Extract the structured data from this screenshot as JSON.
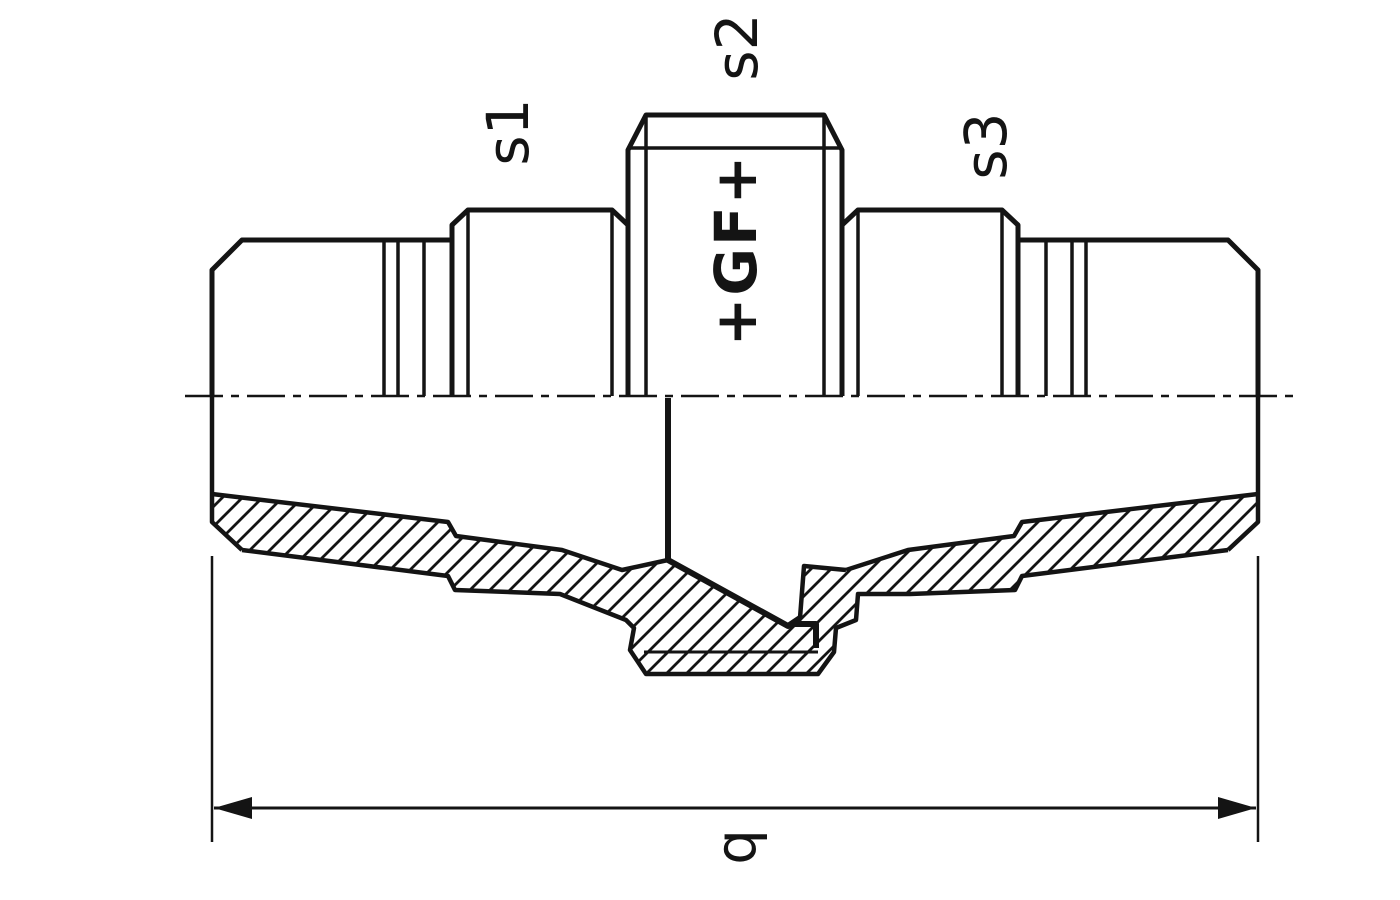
{
  "drawing": {
    "ink_color": "#141414",
    "background_color": "#ffffff",
    "labels": {
      "s1": "s1",
      "s2": "s2",
      "s3": "s3",
      "q": "q"
    },
    "logo_text": "+GF+"
  }
}
